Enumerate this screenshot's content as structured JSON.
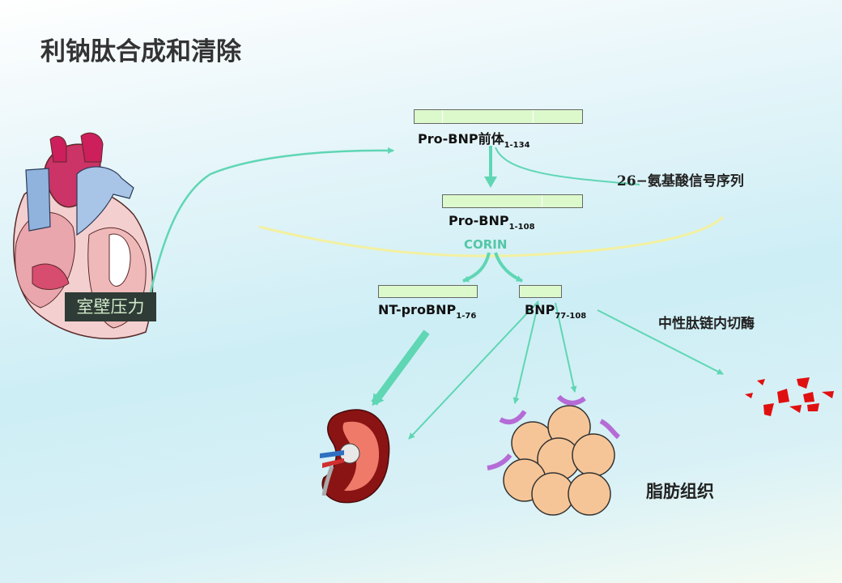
{
  "title": "利钠肽合成和清除",
  "labels": {
    "pro_bnp_precursor": "Pro-BNP前体",
    "pro_bnp_precursor_range": "1-134",
    "signal_sequence": "26−氨基酸信号序列",
    "pro_bnp": "Pro-BNP",
    "pro_bnp_range": "1-108",
    "corin": "CORIN",
    "nt_probnp": "NT-proBNP",
    "nt_probnp_range": "1-76",
    "bnp": "BNP",
    "bnp_range": "77-108",
    "endopeptidase": "中性肽链内切酶",
    "wall_stress": "室壁压力",
    "adipose_tissue": "脂肪组织"
  },
  "colors": {
    "arrow": "#5fd6b4",
    "membrane": "#f3f0a0",
    "bar_fill": "#dcf9cc",
    "fat_cell": "#f6c597",
    "receptor": "#b56bd6",
    "fragment": "#e01010"
  },
  "icons": [
    "heart-icon",
    "kidney-icon",
    "fat-cells-icon",
    "peptide-fragments-icon"
  ]
}
